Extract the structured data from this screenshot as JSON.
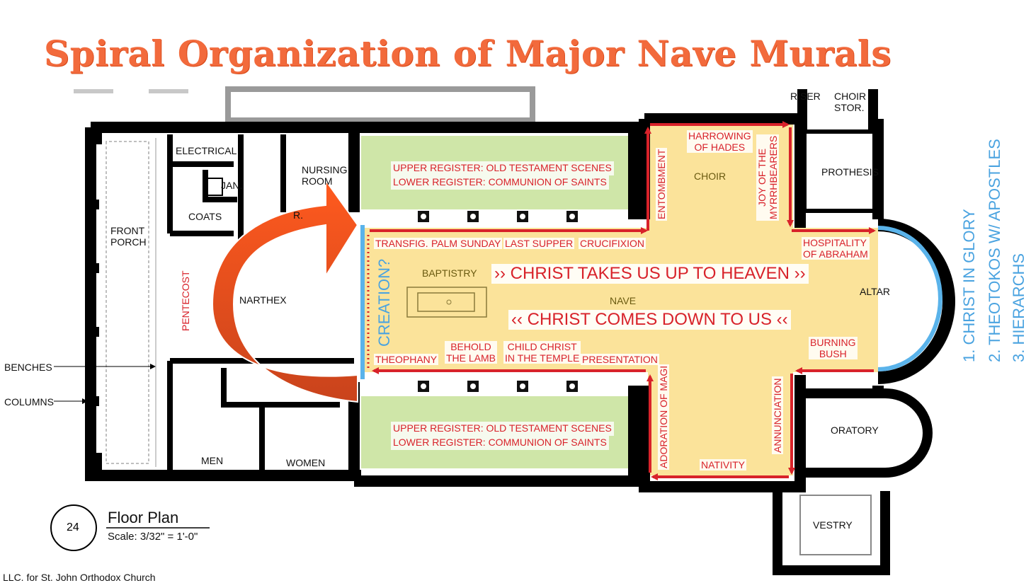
{
  "title": "Spiral Organization of Major Nave Murals",
  "colors": {
    "title": "#f26a3c",
    "murals": "#d8222a",
    "apse": "#4aa3e0",
    "nave_fill": "#fbe39a",
    "aisle_fill": "#cfe6a8",
    "wall": "#000000"
  },
  "rooms": {
    "electrical": "ELECTRICAL",
    "jan": "JAN.",
    "coats": "COATS",
    "nursing": "NURSING\nROOM",
    "front_porch": "FRONT\nPORCH",
    "narthex": "NARTHEX",
    "men": "MEN",
    "women": "WOMEN",
    "baptistry": "BAPTISTRY",
    "nave": "NAVE",
    "choir": "CHOIR",
    "altar": "ALTAR",
    "riser": "RISER",
    "choir_stor": "CHOIR\nSTOR.",
    "prothesis": "PROTHESIS",
    "oratory": "ORATORY",
    "vestry": "VESTRY",
    "stub": "R."
  },
  "annotations": {
    "benches": "BENCHES",
    "columns": "COLUMNS"
  },
  "registers": {
    "upper": "UPPER REGISTER: OLD TESTAMENT SCENES",
    "lower": "LOWER REGISTER: COMMUNION OF SAINTS"
  },
  "murals": {
    "pentecost": "PENTECOST",
    "transfig": "TRANSFIG.",
    "palm_sunday": "PALM SUNDAY",
    "last_supper": "LAST SUPPER",
    "crucifixion": "CRUCIFIXION",
    "entombment": "ENTOMBMENT",
    "harrowing": "HARROWING\nOF HADES",
    "joy": "JOY OF THE\nMYRRHBEARERS",
    "hospitality": "HOSPITALITY\nOF ABRAHAM",
    "burning_bush": "BURNING\nBUSH",
    "annunciation": "ANNUNCIATION",
    "nativity": "NATIVITY",
    "adoration": "ADORATION OF MAGI",
    "presentation": "PRESENTATION",
    "child_christ": "CHILD CHRIST\nIN THE TEMPLE",
    "behold": "BEHOLD\nTHE LAMB",
    "theophany": "THEOPHANY"
  },
  "themes": {
    "up": "›› CHRIST TAKES US UP TO HEAVEN ››",
    "down": "‹‹ CHRIST COMES DOWN TO US ‹‹",
    "creation": "CREATION?"
  },
  "apse_list": [
    "1. CHRIST IN GLORY",
    "2. THEOTOKOS W/ APOSTLES",
    "3. HIERARCHS"
  ],
  "scale": {
    "number": "24",
    "title": "Floor Plan",
    "sub": "Scale: 3/32\" = 1'-0\""
  },
  "credit": "LLC. for St. John Orthodox Church"
}
